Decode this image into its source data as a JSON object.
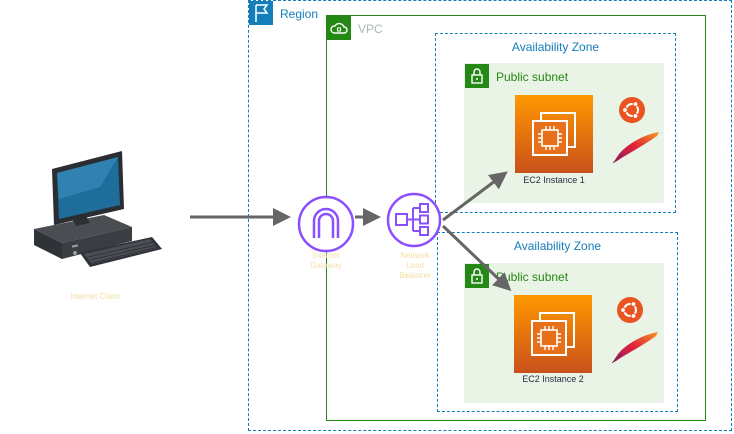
{
  "region": {
    "label": "Region"
  },
  "vpc": {
    "label": "VPC"
  },
  "zones": [
    {
      "az_label": "Availability Zone",
      "subnet_label": "Public subnet",
      "instance_label": "EC2 Instance 1"
    },
    {
      "az_label": "Availability Zone",
      "subnet_label": "Public subnet",
      "instance_label": "EC2 Instance 2"
    }
  ],
  "client": {
    "label": "Internet Client"
  },
  "igw": {
    "label_line1": "Internet",
    "label_line2": "Gateway"
  },
  "nlb": {
    "label_line1": "Network",
    "label_line2": "Load",
    "label_line3": "Balancer"
  },
  "colors": {
    "region": "#147eba",
    "vpc": "#248814",
    "subnet_fill": "#e9f3e6",
    "ec2_dark": "#c8511b",
    "ec2_light": "#ff9900",
    "network_purple": "#8c4fff",
    "arrow": "#666666",
    "ubuntu": "#e95420",
    "faint_text": "#f2e0a6"
  },
  "icons": [
    "region-flag-icon",
    "vpc-cloud-icon",
    "lock-icon",
    "ec2-chip-icon",
    "ubuntu-icon",
    "apache-feather-icon",
    "desktop-computer-icon",
    "internet-gateway-icon",
    "network-load-balancer-icon"
  ]
}
